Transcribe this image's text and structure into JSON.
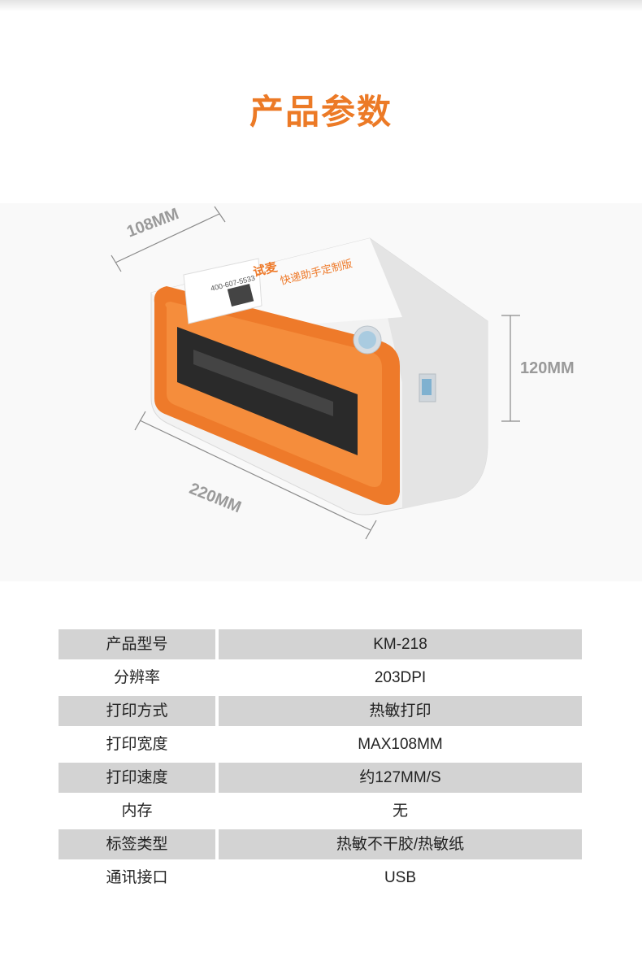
{
  "page": {
    "title": "产品参数",
    "accent_color": "#ec7a26",
    "row_shade_color": "#d3d3d3"
  },
  "product_image": {
    "brand_text": "快递助手定制版",
    "hotline": "400-607-5533",
    "dimensions": {
      "depth": "108MM",
      "width": "220MM",
      "height": "120MM"
    }
  },
  "specs": [
    {
      "label": "产品型号",
      "value": "KM-218",
      "shaded": true
    },
    {
      "label": "分辨率",
      "value": "203DPI",
      "shaded": false
    },
    {
      "label": "打印方式",
      "value": "热敏打印",
      "shaded": true
    },
    {
      "label": "打印宽度",
      "value": "MAX108MM",
      "shaded": false
    },
    {
      "label": "打印速度",
      "value": "约127MM/S",
      "shaded": true
    },
    {
      "label": "内存",
      "value": "无",
      "shaded": false
    },
    {
      "label": "标签类型",
      "value": "热敏不干胶/热敏纸",
      "shaded": true
    },
    {
      "label": "通讯接口",
      "value": "USB",
      "shaded": false
    }
  ]
}
